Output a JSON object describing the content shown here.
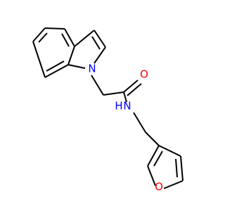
{
  "molecule": {
    "atoms": {
      "indole_n": {
        "label": "N",
        "color": "#0000ff"
      },
      "carbonyl_o": {
        "label": "O",
        "color": "#ff0000"
      },
      "amide_n": {
        "label": "N",
        "color": "#0000ff"
      },
      "amide_h": {
        "label": "H",
        "color": "#0000ff"
      },
      "furan_o": {
        "label": "O",
        "color": "#ff0000"
      }
    },
    "bond_color": "#000000"
  }
}
